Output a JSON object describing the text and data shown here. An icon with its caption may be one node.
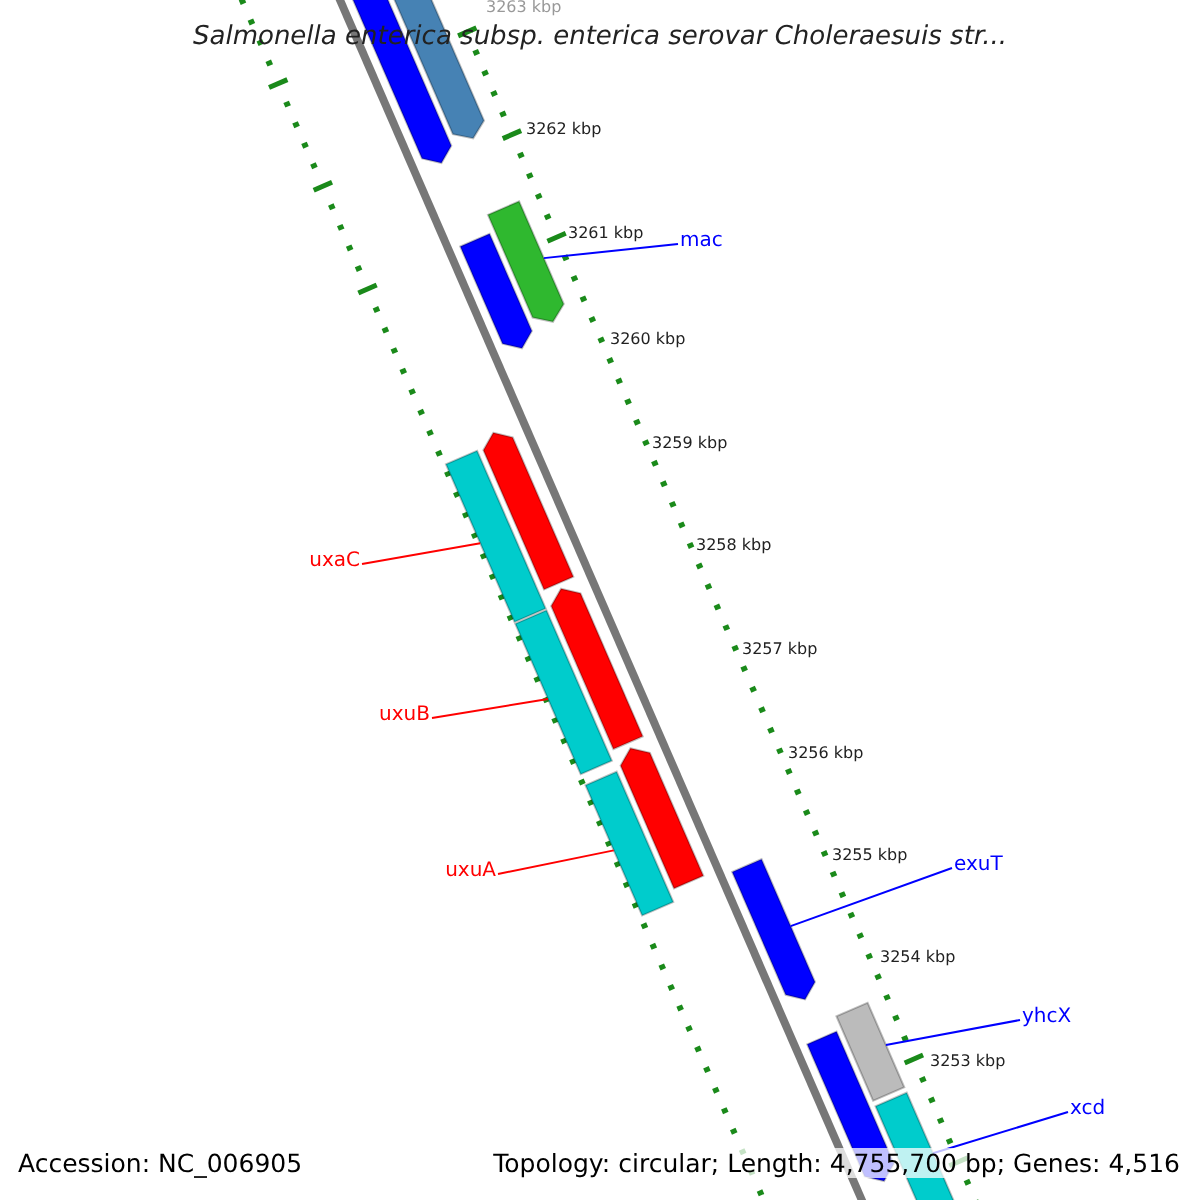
{
  "diagram": {
    "title": "Salmonella enterica subsp. enterica serovar Choleraesuis str...",
    "nodes": [
      {
        "text": [
          "mac"
        ]
      },
      {
        "text": [
          "uxaC"
        ]
      },
      {
        "text": [
          "uxuB"
        ]
      },
      {
        "text": [
          "uxuA"
        ]
      },
      {
        "text": [
          "exuT"
        ]
      },
      {
        "text": [
          "yhcX"
        ]
      },
      {
        "text": [
          "xcd"
        ]
      },
      {
        "text": [],
        "shape": "bar"
      },
      {
        "text": [],
        "shape": "bar"
      },
      {
        "text": [],
        "shape": "bar"
      },
      {
        "text": [],
        "shape": "bar"
      },
      {
        "text": [],
        "shape": "bar"
      },
      {
        "text": [],
        "shape": "bar"
      },
      {
        "text": [],
        "shape": "bar"
      },
      {
        "text": [],
        "shape": "bar"
      },
      {
        "text": [],
        "shape": "bar"
      },
      {
        "text": [],
        "shape": "bar"
      },
      {
        "text": [],
        "shape": "bar"
      },
      {
        "text": [],
        "shape": "bar"
      },
      {
        "text": [],
        "shape": "bar"
      },
      {
        "text": [],
        "shape": "bar"
      }
    ],
    "edges": [
      {
        "from": 0,
        "to": 7,
        "arrow": "none"
      },
      {
        "from": 1,
        "to": 8,
        "arrow": "none",
        "color": "#ff0000"
      },
      {
        "from": 2,
        "to": 9,
        "arrow": "none",
        "color": "#ff0000"
      },
      {
        "from": 3,
        "to": 10,
        "arrow": "none",
        "color": "#ff0000"
      },
      {
        "from": 4,
        "to": 11,
        "arrow": "none"
      },
      {
        "from": 5,
        "to": 12,
        "arrow": "none"
      },
      {
        "from": 6,
        "to": 13,
        "arrow": "none"
      }
    ],
    "labels": [
      "3263 kbp",
      "3262 kbp",
      "3261 kbp",
      "3260 kbp",
      "3259 kbp",
      "3258 kbp",
      "3257 kbp",
      "3256 kbp",
      "3255 kbp",
      "3254 kbp",
      "3253 kbp",
      "Accession: NC_006905",
      "Topology: circular; Length: 4,755,700 bp; Genes: 4,516"
    ]
  }
}
